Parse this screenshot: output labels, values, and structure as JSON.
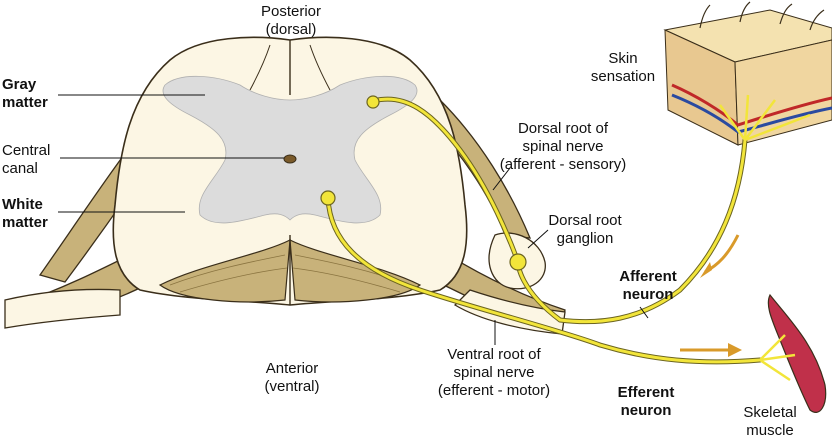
{
  "labels": {
    "posterior_line1": "Posterior",
    "posterior_line2": "(dorsal)",
    "gray_line1": "Gray",
    "gray_line2": "matter",
    "central_line1": "Central",
    "central_line2": "canal",
    "white_line1": "White",
    "white_line2": "matter",
    "anterior_line1": "Anterior",
    "anterior_line2": "(ventral)",
    "skin_line1": "Skin",
    "skin_line2": "sensation",
    "dorsal_root_line1": "Dorsal root of",
    "dorsal_root_line2": "spinal nerve",
    "dorsal_root_line3": "(afferent - sensory)",
    "ganglion_line1": "Dorsal root",
    "ganglion_line2": "ganglion",
    "afferent_line1": "Afferent",
    "afferent_line2": "neuron",
    "ventral_root_line1": "Ventral root of",
    "ventral_root_line2": "spinal nerve",
    "ventral_root_line3": "(efferent - motor)",
    "efferent_line1": "Efferent",
    "efferent_line2": "neuron",
    "muscle_line1": "Skeletal",
    "muscle_line2": "muscle"
  },
  "colors": {
    "white_matter": "#fcf6e4",
    "outline": "#3a2e1a",
    "gray_matter": "#dcdcdc",
    "nerve_tan": "#c8b27a",
    "nerve_dark": "#8a7440",
    "neuron_yellow": "#f2e53a",
    "neuron_outline": "#6b6420",
    "arrow": "#d99a2a",
    "muscle": "#c0304a",
    "skin_top": "#f4e2b0",
    "skin_side": "#e8c890",
    "vessel_red": "#c02828",
    "vessel_blue": "#2a4aa0"
  }
}
